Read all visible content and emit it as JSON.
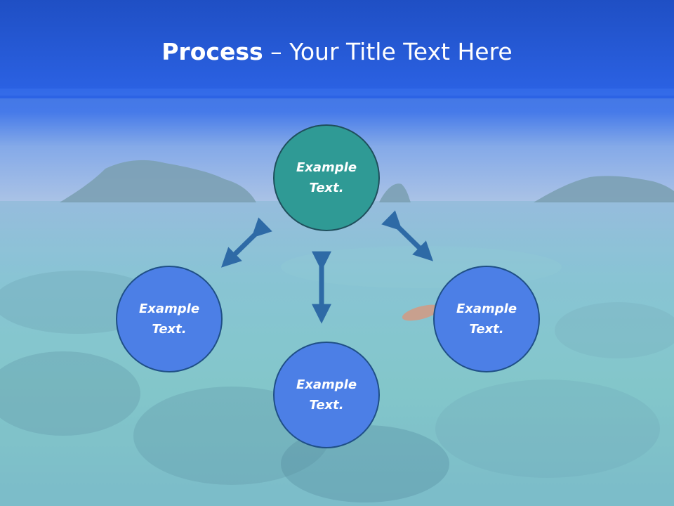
{
  "slide": {
    "title_bold": "Process",
    "title_rest": " – Your Title Text Here"
  },
  "nodes": {
    "top": "Example Text.",
    "left": "Example Text.",
    "right": "Example Text.",
    "bottom": "Example Text."
  },
  "colors": {
    "header_blue": "#2a5fe0",
    "node_teal": "#2f9a95",
    "node_blue": "#4c7fe6",
    "arrow": "#2e6aa6"
  }
}
